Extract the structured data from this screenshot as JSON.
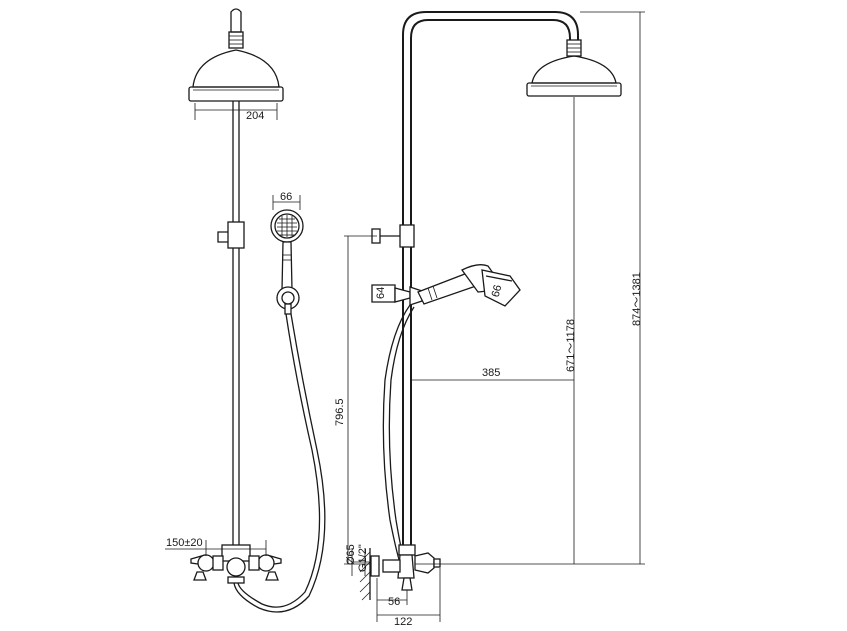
{
  "dimensions": {
    "shower_head_diameter": "204",
    "hand_shower_width_front": "66",
    "hand_shower_width_side": "66",
    "holder_diameter": "64",
    "outlet_height": "796.5",
    "arm_reach": "385",
    "head_height_range": "671～1178",
    "total_height_range": "874～1381",
    "inlet_spacing": "150±20",
    "flange_diameter": "Ø65",
    "thread": "G1/2\"",
    "wall_offset": "56",
    "mixer_depth": "122"
  }
}
